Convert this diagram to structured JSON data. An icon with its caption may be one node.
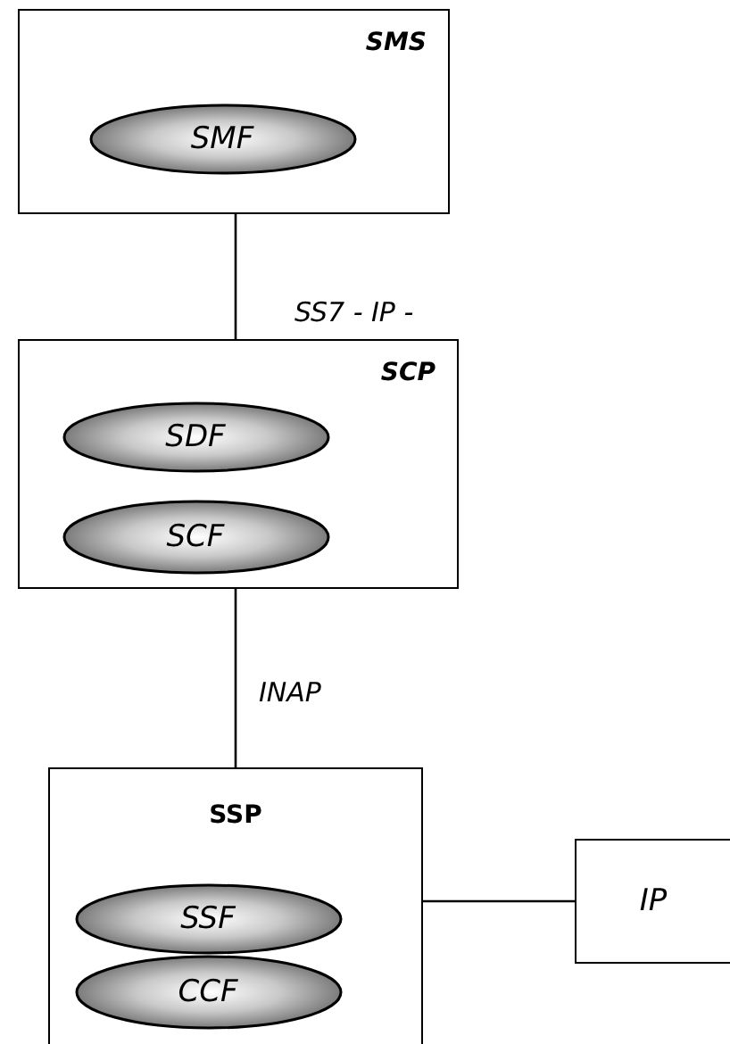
{
  "diagram": {
    "nodes": [
      {
        "text": [
          "SMS"
        ]
      },
      {
        "text": [
          "SMF"
        ],
        "in": 0
      },
      {
        "text": [
          "SCP"
        ]
      },
      {
        "text": [
          "SDF"
        ],
        "in": 2
      },
      {
        "text": [
          "SCF"
        ],
        "in": 2
      },
      {
        "text": [
          "SSP"
        ]
      },
      {
        "text": [
          "SSF"
        ],
        "in": 5
      },
      {
        "text": [
          "CCF"
        ],
        "in": 5
      },
      {
        "text": [
          "IP"
        ]
      }
    ],
    "edges": [
      {
        "from": 0,
        "to": 2,
        "arrow": "none",
        "label": "SS7 - IP -"
      },
      {
        "from": 2,
        "to": 5,
        "arrow": "none",
        "label": "INAP"
      },
      {
        "from": 5,
        "to": 8,
        "arrow": "none"
      }
    ]
  }
}
